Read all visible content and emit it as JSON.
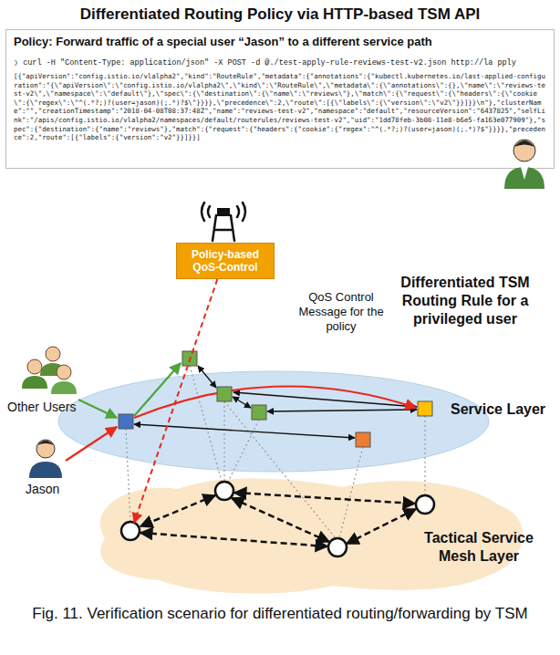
{
  "diagram": {
    "title": "Differentiated Routing Policy via HTTP-based TSM API",
    "caption": "Fig. 11. Verification scenario for differentiated routing/forwarding by TSM",
    "nodes": [
      {
        "text": [
          "Policy: Forward traffic of a special user “Jason” to a different service path",
          "❯",
          "curl -H \"Content-Type: application/json\" -X POST -d @./test-apply-rule-reviews-test-v2.json http://la pply",
          "[{\"apiVersion\":\"config.istio.io/vlalpha2\",\"kind\":\"RouteRule\",\"metadata\":{\"annotations\":{\"kubectl.kubernetes.io/last-applied-configuration\":\"{\\\"apiVersion\\\":\\\"config.istio.io/vlalpha2\\\",\\\"kind\\\":\\\"RouteRule\\\",\\\"metadata\\\":{\\\"annotations\\\":{},\\\"name\\\":\\\"reviews-test-v2\\\",\\\"namespace\\\":\\\"default\\\"},\\\"spec\\\":{\\\"destination\\\":{\\\"name\\\":\\\"reviews\\\"},\\\"match\\\":{\\\"request\\\":{\\\"headers\\\":{\\\"cookie\\\":{\\\"regex\\\":\\\"^(.*?;)?(user=jason)(;.*)?$\\\"}}}},\\\"precedence\\\":2,\\\"route\\\":[{\\\"labels\\\":{\\\"version\\\":\\\"v2\\\"}}]}}\\n\"},\"clusterName\":\"\",\"creationTimestamp\":\"2018-04-08T08:37:48Z\",\"name\":\"reviews-test-v2\",\"namespace\":\"default\",\"resourceVersion\":\"6437825\",\"selfLink\":\"/apis/config.istio.io/vlalpha2/namespaces/default/routerules/reviews-test-v2\",\"uid\":\"1dd78feb-3b08-11e8-b6e5-fa163e077909\"},\"spec\":{\"destination\":{\"name\":\"reviews\"},\"match\":{\"request\":{\"headers\":{\"cookie\":{\"regex\":\"^(.*?;)?(user=jason)(;.*)?$\"}}}},\"precedence\":2,\"route\":[{\"labels\":{\"version\":\"v2\"}}]}}]"
        ]
      },
      {
        "text": [
          "Policy-based QoS-Control"
        ]
      },
      {
        "text": [
          "Service Layer"
        ]
      },
      {
        "text": [
          "Tactical Service Mesh Layer"
        ]
      }
    ],
    "edges": [
      {
        "from": 1,
        "to": 3,
        "arrow": "to"
      }
    ],
    "labels": [
      "Differentiated TSM Routing Rule for a privileged user",
      "QoS Control Message for the policy",
      "Other Users",
      "Jason"
    ]
  }
}
